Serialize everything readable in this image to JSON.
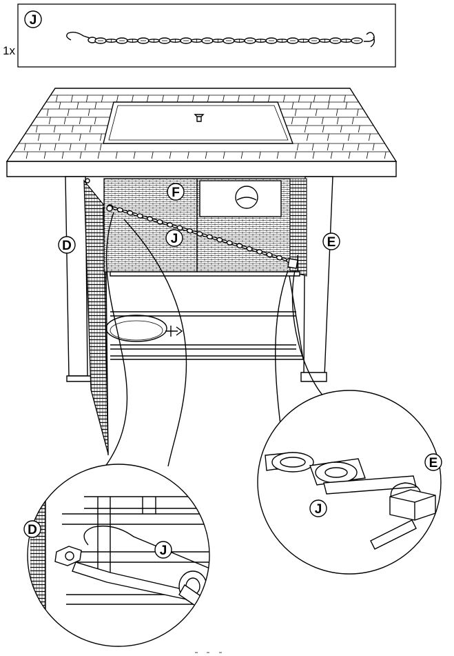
{
  "parts_box": {
    "part_letter": "J",
    "quantity": "1x"
  },
  "callouts": {
    "d": "D",
    "e": "E",
    "f": "F",
    "j": "J"
  },
  "detail_left": {
    "label_d": "D",
    "label_j": "J"
  },
  "detail_right": {
    "label_e": "E",
    "label_j": "J"
  }
}
